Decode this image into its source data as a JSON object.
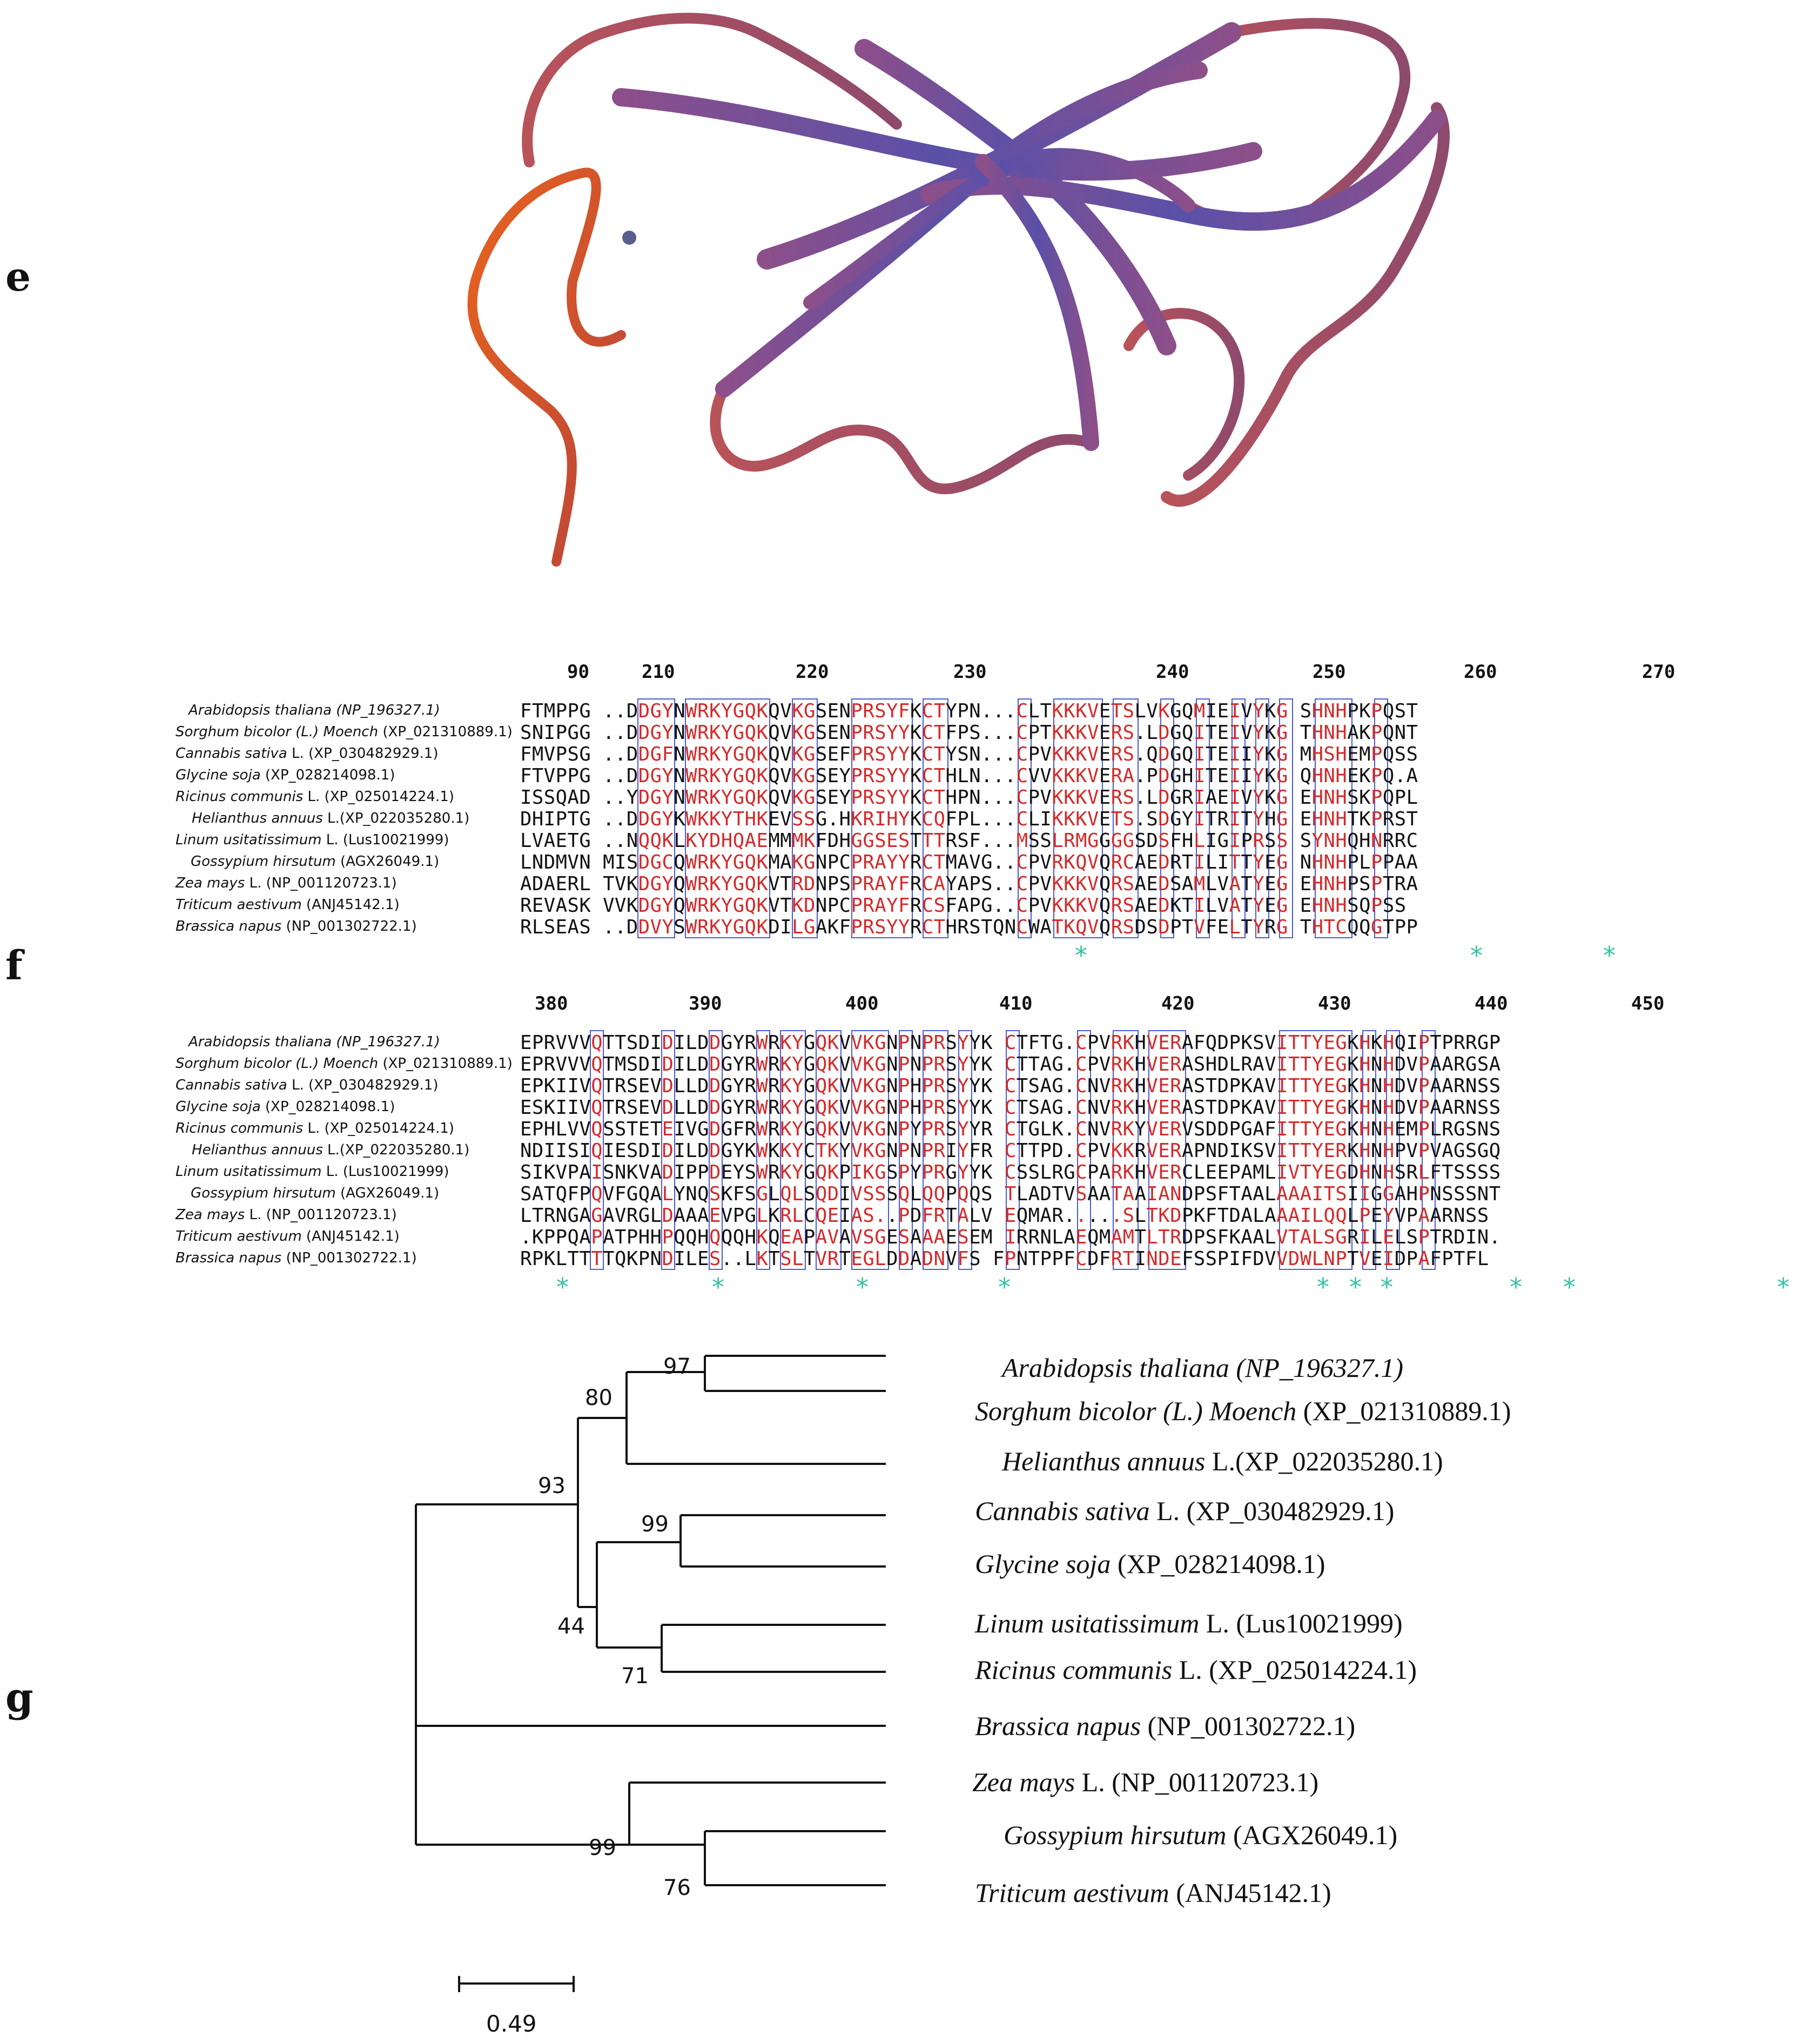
{
  "panels": {
    "e": "e",
    "f": "f",
    "g": "g"
  },
  "alignment_species": [
    {
      "italic": "Arabidopsis thaliana (NP_196327.1)",
      "rest": ""
    },
    {
      "italic": "Sorghum bicolor (L.) Moench",
      "rest": " (XP_021310889.1)"
    },
    {
      "italic": "Cannabis sativa",
      "rest": " L. (XP_030482929.1)"
    },
    {
      "italic": "Glycine soja",
      "rest": " (XP_028214098.1)"
    },
    {
      "italic": "Ricinus communis",
      "rest": " L. (XP_025014224.1)"
    },
    {
      "italic": "Helianthus annuus",
      "rest": " L.(XP_022035280.1)"
    },
    {
      "italic": "Linum usitatissimum",
      "rest": " L. (Lus10021999)"
    },
    {
      "italic": "Gossypium hirsutum",
      "rest": " (AGX26049.1)"
    },
    {
      "italic": "Zea mays",
      "rest": " L. (NP_001120723.1)"
    },
    {
      "italic": "Triticum aestivum",
      "rest": " (ANJ45142.1)"
    },
    {
      "italic": "Brassica napus",
      "rest": " (NP_001302722.1)"
    }
  ],
  "block1": {
    "ruler": [
      "90",
      "210",
      "220",
      "230",
      "240",
      "250",
      "260",
      "270"
    ],
    "seqs": [
      "FTMPPG ..DDGYNWRKYGQKQVKGSENPRSYFKCTYPN...CLTKKKVETSLVKGQMIEIVYKG SHNHPKPQST",
      "SNIPGG ..DDGYNWRKYGQKQVKGSENPRSYYKCTFPS...CPTKKKVERS.LDGQITEIVYKG THNHAKPQNT",
      "FMVPSG ..DDGFNWRKYGQKQVKGSEFPRSYYKCTYSN...CPVKKKVERS.QDGQITEIIYKG MHSHEMPQSS",
      "FTVPPG ..DDGYNWRKYGQKQVKGSEYPRSYYKCTHLN...CVVKKKVERA.PDGHITEIIYKG QHNHEKPQ.A",
      "ISSQAD ..YDGYNWRKYGQKQVKGSEYPRSYYKCTHPN...CPVKKKVERS.LDGRIAEIVYKG EHNHSKPQPL",
      "DHIPTG ..DDGYKWKKYTHKEVSSG.HKRIHYKCQFPL...CLIKKKVETS.SDGYITRITYHG EHNHTKPRST",
      "LVAETG ..NQQKLKYDHQAEMMMKFDHGGSESTTTRSF...MSSLRMGGGGSDSFHLIGIPRSS SYNHQHNRRC",
      "LNDMVN MISDGCQWRKYGQKMAKGNPCPRAYYRCTMAVG..CPVRKQVQRCAEDRTILITTYEG NHNHPLPPAA",
      "ADAERL TVKDGYQWRKYGQKVTRDNPSPRAYFRCAYAPS..CPVKKKVQRSAEDSAMLVATYEG EHNHPSPTRA",
      "REVASK VVKDGYQWRKYGQKVTKDNPCPRAYFRCSFAPG..CPVKKKVQRSAEDKTILVATYEG EHNHSQPSS",
      "RLSEAS ..DDVYSWRKYGQKDILGAKFPRSYYRCTHRSTQNCWATKQVQRSDSDPTVFELTYRG THTCQQGTPP"
    ]
  },
  "block2": {
    "ruler": [
      "380",
      "390",
      "400",
      "410",
      "420",
      "430",
      "440",
      "450"
    ],
    "seqs": [
      "EPRVVVQTTSDIDILDDGYRWRKYGQKVVKGNPNPRSYYK CTFTG.CPVRKHVERAFQDPKSVITTYEGKHKHQIPTPRRGP",
      "EPRVVVQTMSDIDILDDGYRWRKYGQKVVKGNPNPRSYYK CTTAG.CPVRKHVERASHDLRAVITTYEGKHNHDVPAARGSA",
      "EPKIIVQTRSEVDLLDDGYRWRKYGQKVVKGNPHPRSYYK CTSAG.CNVRKHVERASTDPKAVITTYEGKHNHDVPAARNSS",
      "ESKIIVQTRSEVDLLDDGYRWRKYGQKVVKGNPHPRSYYK CTSAG.CNVRKHVERASTDPKAVITTYEGKHNHDVPAARNSS",
      "EPHLVVQSSTETEIVGDGFRWRKYGQKVVKGNPYPRSYYR CTGLK.CNVRKYVERVSDDPGAFITTYEGKHNHEMPLRGSNS",
      "NDIISIQIESDIDILDDGYKWKKYCTKYVKGNPNPRIYFR CTTPD.CPVKKRVERAPNDIKSVITTYERKHNHPVPVAGSGQ",
      "SIKVPAISNKVADIPPDEYSWRKYGQKPIKGSPYPRGYYK CSSLRGCPARKHVERCLEEPAMLIVTYEGDHNHSRLFTSSSS",
      "SATQFPQVFGQALYNQSKFSGLQLSQDIVSSSQLQQPQQS TLADTVSAATAAIANDPSFTAALAAAITSIIGGAHPNSSSNT",
      "LTRNGAGAVRGLDAAAEVPGLKRLCQEIAS..PDFRTALV EQMAR.....SLTKDPKFTDALAAAILQQLPEYVPAARNSS",
      ".KPPQAPATPHHPQQHQQQHKQEAPAVAVSGESAAAESEM IRRNLAEQMAMTLTRDPSFKAALVTALSGRILELSPTRDIN.",
      "RPKLTTTTQKPNDILES..LKTSLTVRTEGLDDADNVFS FPNTPPFCDFRTINDEFSSPIFDVVDWLNPTVEIDPAFPTFL"
    ]
  },
  "tree_taxa": [
    {
      "italic": "Arabidopsis thaliana (NP_196327.1)",
      "rest": ""
    },
    {
      "italic": "Sorghum bicolor (L.) Moench",
      "rest": " (XP_021310889.1)"
    },
    {
      "italic": "Helianthus annuus",
      "rest": " L.(XP_022035280.1)"
    },
    {
      "italic": "Cannabis sativa",
      "rest": " L. (XP_030482929.1)"
    },
    {
      "italic": "Glycine soja",
      "rest": " (XP_028214098.1)"
    },
    {
      "italic": "Linum usitatissimum",
      "rest": " L. (Lus10021999)"
    },
    {
      "italic": "Ricinus communis",
      "rest": " L. (XP_025014224.1)"
    },
    {
      "italic": "Brassica napus",
      "rest": " (NP_001302722.1)"
    },
    {
      "italic": "Zea mays",
      "rest": " L. (NP_001120723.1)"
    },
    {
      "italic": "Gossypium hirsutum",
      "rest": "  (AGX26049.1)"
    },
    {
      "italic": "Triticum aestivum",
      "rest": "  (ANJ45142.1)"
    }
  ],
  "bootstrap": [
    "97",
    "80",
    "93",
    "99",
    "44",
    "71",
    "99",
    "76"
  ],
  "scale_bar": "0.49",
  "colors": {
    "ribbon_orange": "#d9541f",
    "ribbon_purple": "#6a55a0",
    "ribbon_brown": "#a2495a",
    "conserved_red": "#d42a2a",
    "box_blue": "#4a5bd0",
    "star_teal": "#35c2a0"
  }
}
